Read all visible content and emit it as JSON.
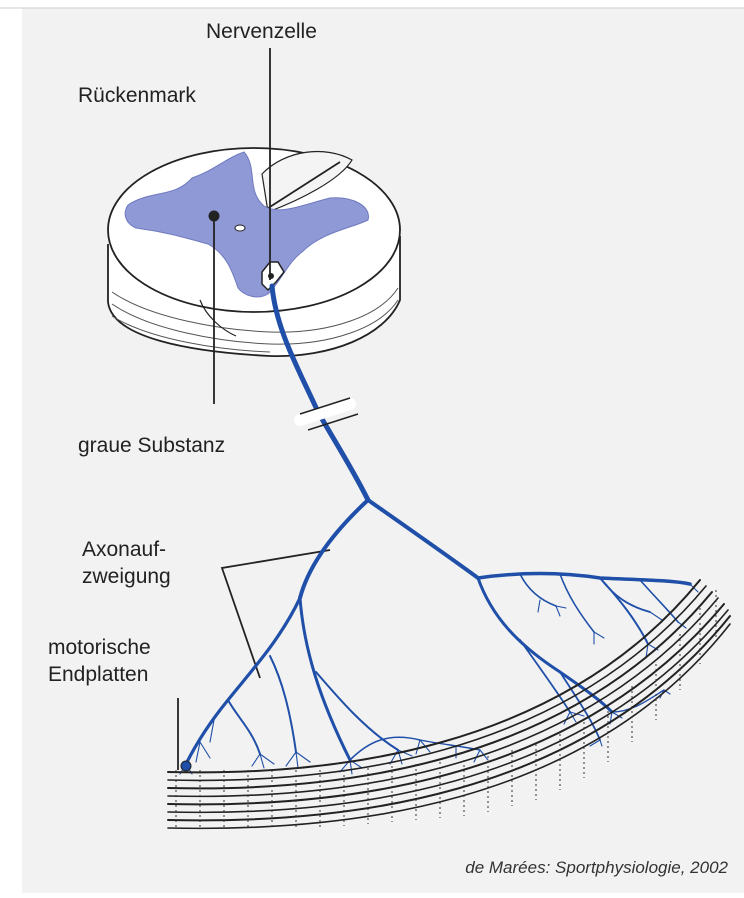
{
  "figure": {
    "labels": {
      "nerve_cell": "Nervenzelle",
      "spinal_cord": "Rückenmark",
      "gray_matter": "graue Substanz",
      "axon_branching": "Axonauf-\nzweigung",
      "motor_endplates": "motorische\nEndplatten"
    },
    "citation": "de Marées: Sportphysiologie, 2002"
  },
  "colors": {
    "background": "#ffffff",
    "panel": "#f2f2f2",
    "gray_matter": "#8f99d6",
    "axon": "#1f4fa8",
    "outline": "#222222"
  }
}
